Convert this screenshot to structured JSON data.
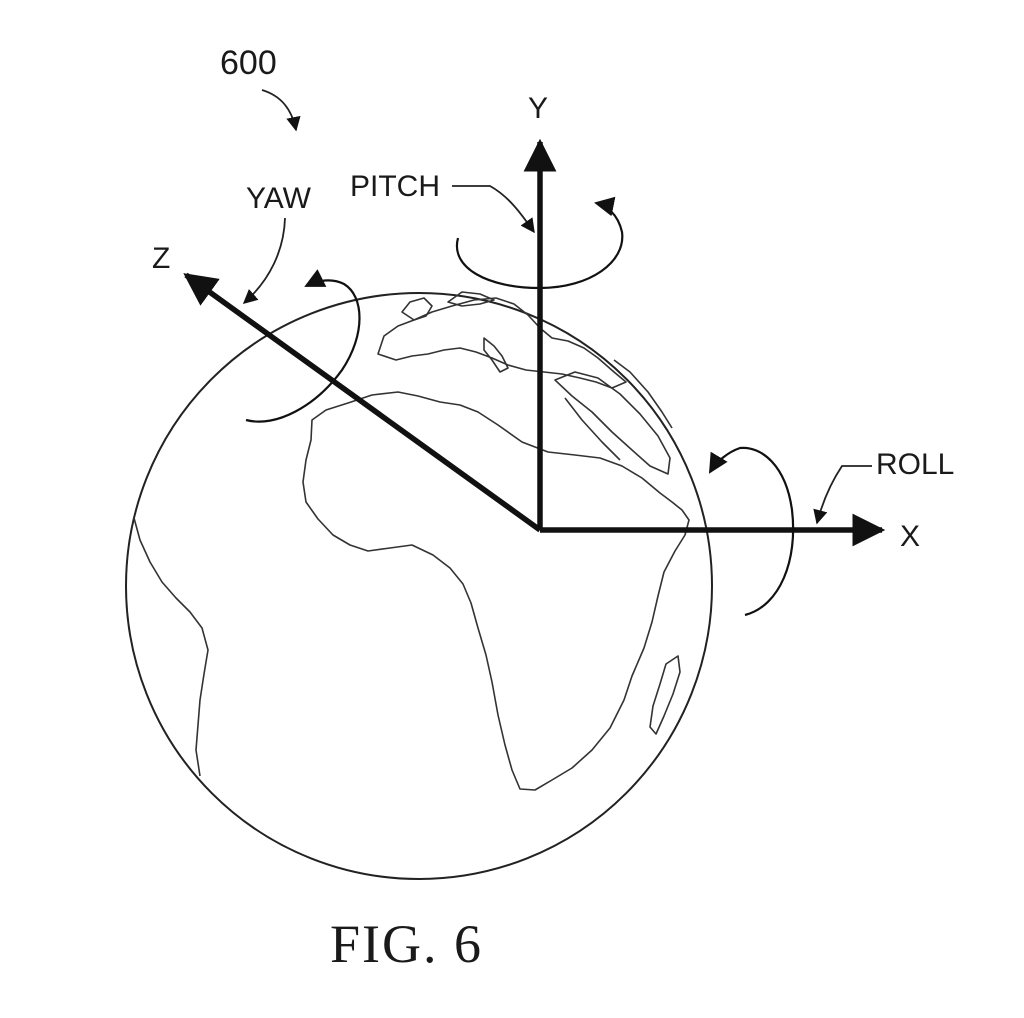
{
  "figure": {
    "reference_numeral": "600",
    "caption": "FIG. 6"
  },
  "axes": {
    "x": "X",
    "y": "Y",
    "z": "Z"
  },
  "rotations": {
    "pitch": "PITCH",
    "yaw": "YAW",
    "roll": "ROLL"
  },
  "colors": {
    "ink": "#111111",
    "background": "#ffffff"
  }
}
